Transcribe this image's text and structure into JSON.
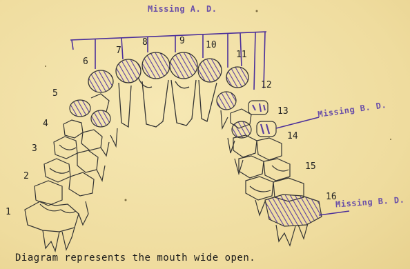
{
  "stamps": {
    "top": "Missing A. D.",
    "right_upper": "Missing B. D.",
    "right_lower": "Missing B. D."
  },
  "tooth_numbers": [
    "1",
    "2",
    "3",
    "4",
    "5",
    "6",
    "7",
    "8",
    "9",
    "10",
    "11",
    "12",
    "13",
    "14",
    "15",
    "16"
  ],
  "caption": "Diagram represents the mouth wide open.",
  "colors": {
    "ink": "#222222",
    "stamp": "#6a4fa8",
    "paper": "#f2e1a6"
  }
}
